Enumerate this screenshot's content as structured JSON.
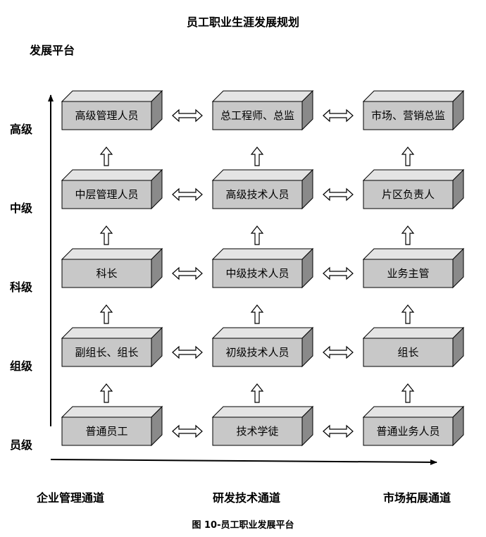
{
  "title": "员工职业生涯发展规划",
  "subtitle": "发展平台",
  "caption": "图 10-员工职业发展平台",
  "levels": [
    "高级",
    "中级",
    "科级",
    "组级",
    "员级"
  ],
  "channels": [
    "企业管理通道",
    "研发技术通道",
    "市场拓展通道"
  ],
  "matrix": [
    [
      "高级管理人员",
      "总工程师、总监",
      "市场、营销总监"
    ],
    [
      "中层管理人员",
      "高级技术人员",
      "片区负责人"
    ],
    [
      "科长",
      "中级技术人员",
      "业务主管"
    ],
    [
      "副组长、组长",
      "初级技术人员",
      "组长"
    ],
    [
      "普通员工",
      "技术学徒",
      "普通业务人员"
    ]
  ],
  "colors": {
    "box_front": "#c8c8c8",
    "box_top": "#e4e4e4",
    "box_side": "#8a8a8a",
    "line": "#000000"
  }
}
